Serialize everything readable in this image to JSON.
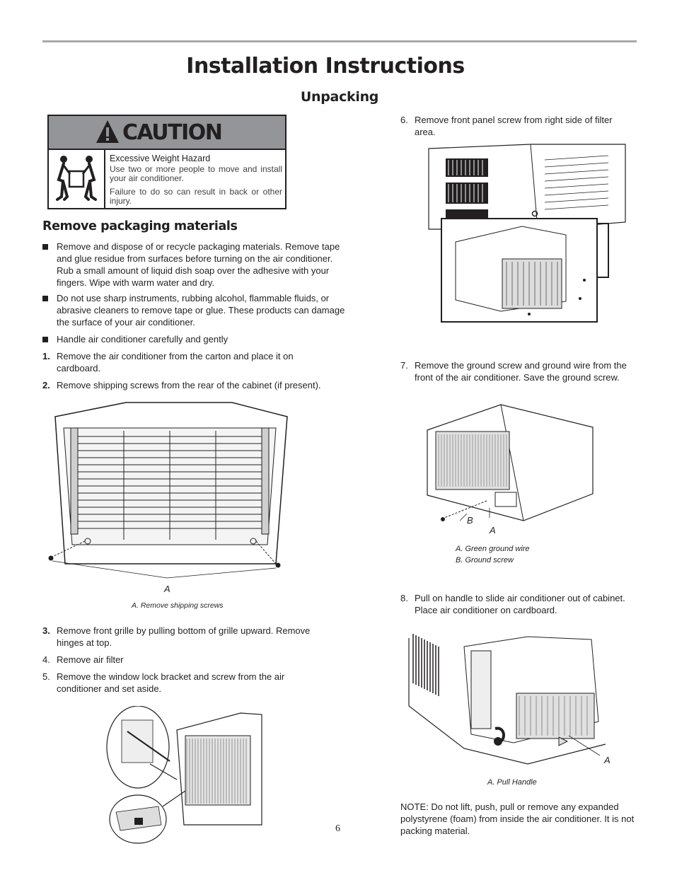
{
  "page": {
    "title": "Installation Instructions",
    "subtitle": "Unpacking",
    "page_number": "6"
  },
  "caution": {
    "word": "CAUTION",
    "hazard": "Excessive Weight Hazard",
    "line1": "Use two or more people to move and install your air conditioner.",
    "line2": "Failure to do so can result in back or other injury."
  },
  "left": {
    "heading": "Remove packaging materials",
    "bullets": [
      "Remove and dispose of or recycle packaging materials. Remove tape and glue residue from surfaces before turning on the air conditioner. Rub a small amount of liquid dish soap over the adhesive with your fingers. Wipe with warm water and dry.",
      "Do not use sharp instruments, rubbing alcohol, flammable fluids, or abrasive cleaners to remove tape or glue. These products can damage the surface of your air conditioner.",
      "Handle air conditioner carefully and gently"
    ],
    "steps": [
      {
        "num": "1.",
        "text": "Remove the air conditioner from the carton and place it on cardboard."
      },
      {
        "num": "2.",
        "text": "Remove shipping screws from the rear of the cabinet (if present)."
      }
    ],
    "fig1_label": "A",
    "fig1_caption": "A. Remove shipping screws",
    "steps2": [
      {
        "num": "3.",
        "text": "Remove front grille by pulling bottom of grille upward. Remove hinges at top."
      },
      {
        "num": "4.",
        "text": "Remove air filter"
      },
      {
        "num": "5.",
        "text": "Remove the window lock bracket and screw from the air conditioner and set aside."
      }
    ]
  },
  "right": {
    "step6": {
      "num": "6.",
      "text": "Remove front panel screw from right side of filter area."
    },
    "step7": {
      "num": "7.",
      "text": "Remove the ground screw and ground wire from the front of the air conditioner. Save the ground screw."
    },
    "fig3_label_b": "B",
    "fig3_label_a": "A",
    "fig3_caption_a": "A. Green ground wire",
    "fig3_caption_b": "B. Ground screw",
    "step8": {
      "num": "8.",
      "text": "Pull on handle to slide air conditioner out of cabinet. Place air conditioner on cardboard."
    },
    "fig4_label": "A",
    "fig4_caption": "A. Pull Handle",
    "note": "NOTE: Do not lift, push, pull or remove any expanded polystyrene (foam) from inside the air conditioner. It is not packing material."
  },
  "colors": {
    "text": "#231f20",
    "rule": "#a7a9ac",
    "caution_band": "#939598"
  }
}
